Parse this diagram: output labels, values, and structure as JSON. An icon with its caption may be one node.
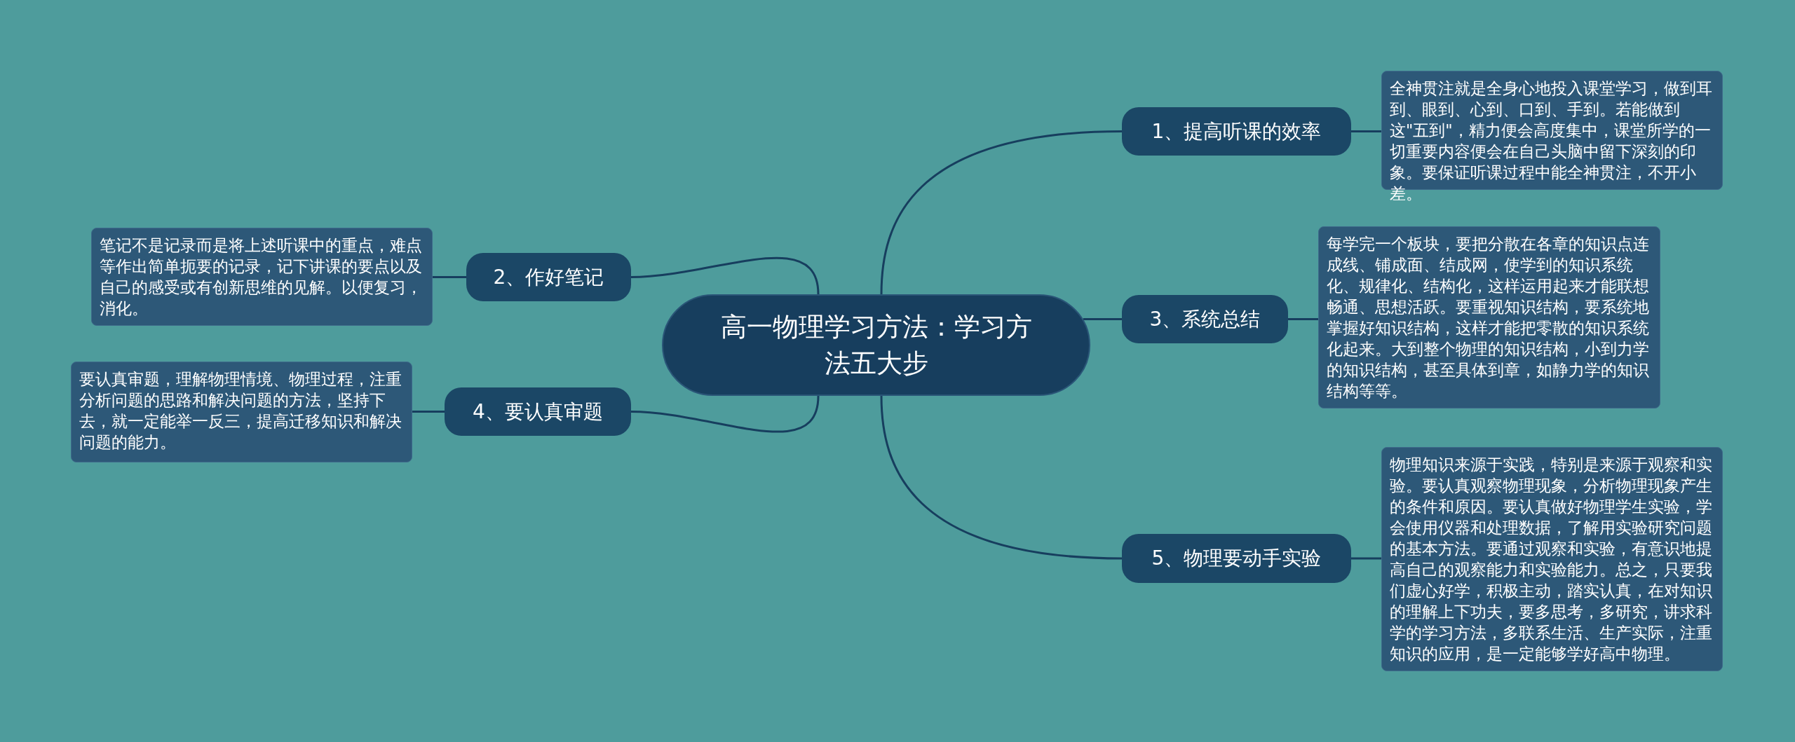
{
  "diagram": {
    "nodes": [
      {
        "text": [
          "高一物理学习方法：学习方法五大步"
        ]
      },
      {
        "text": [
          "1、提高听课的效率"
        ]
      },
      {
        "text": [
          "全神贯注就是全身心地投入课堂学习，做到耳到、眼到、心到、口到、手到。若能做到这\"五到\"，精力便会高度集中，课堂所学的一切重要内容便会在自己头脑中留下深刻的印象。要保证听课过程中能全神贯注，不开小差。"
        ]
      },
      {
        "text": [
          "2、作好笔记"
        ]
      },
      {
        "text": [
          "笔记不是记录而是将上述听课中的重点，难点等作出简单扼要的记录，记下讲课的要点以及自己的感受或有创新思维的见解。以便复习，消化。"
        ]
      },
      {
        "text": [
          "3、系统总结"
        ]
      },
      {
        "text": [
          "每学完一个板块，要把分散在各章的知识点连成线、铺成面、结成网，使学到的知识系统化、规律化、结构化，这样运用起来才能联想畅通、思想活跃。要重视知识结构，要系统地掌握好知识结构，这样才能把零散的知识系统化起来。大到整个物理的知识结构，小到力学的知识结构，甚至具体到章，如静力学的知识结构等等。"
        ]
      },
      {
        "text": [
          "4、要认真审题"
        ]
      },
      {
        "text": [
          "要认真审题，理解物理情境、物理过程，注重分析问题的思路和解决问题的方法，坚持下去，就一定能举一反三，提高迁移知识和解决问题的能力。"
        ]
      },
      {
        "text": [
          "5、物理要动手实验"
        ]
      },
      {
        "text": [
          "物理知识来源于实践，特别是来源于观察和实验。要认真观察物理现象，分析物理现象产生的条件和原因。要认真做好物理学生实验，学会使用仪器和处理数据，了解用实验研究问题的基本方法。要通过观察和实验，有意识地提高自己的观察能力和实验能力。总之，只要我们虚心好学，积极主动，踏实认真，在对知识的理解上下功夫，要多思考，多研究，讲求科学的学习方法，多联系生活、生产实际，注重知识的应用，是一定能够学好高中物理。"
        ]
      }
    ],
    "edges": [
      {
        "from": 0,
        "to": 1,
        "arrow": "none"
      },
      {
        "from": 1,
        "to": 2,
        "arrow": "none"
      },
      {
        "from": 0,
        "to": 3,
        "arrow": "none"
      },
      {
        "from": 3,
        "to": 4,
        "arrow": "none"
      },
      {
        "from": 0,
        "to": 5,
        "arrow": "none"
      },
      {
        "from": 5,
        "to": 6,
        "arrow": "none"
      },
      {
        "from": 0,
        "to": 7,
        "arrow": "none"
      },
      {
        "from": 7,
        "to": 8,
        "arrow": "none"
      },
      {
        "from": 0,
        "to": 9,
        "arrow": "none"
      },
      {
        "from": 9,
        "to": 10,
        "arrow": "none"
      }
    ]
  }
}
